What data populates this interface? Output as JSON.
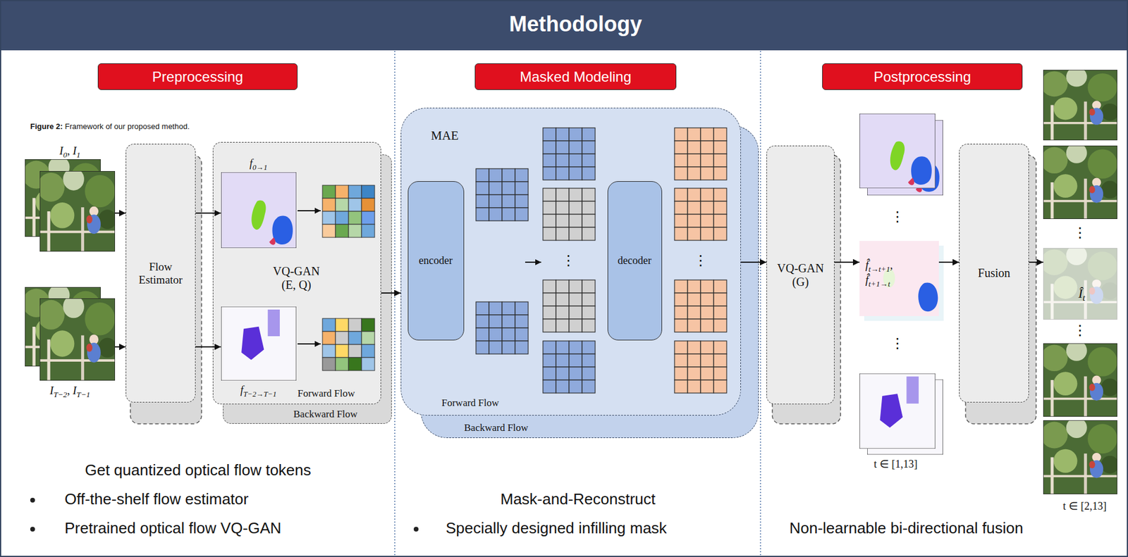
{
  "diagram": {
    "title": "Methodology",
    "caption": "Figure 2: Framework of our proposed method.",
    "nodes": [
      {
        "text": [
          "Preprocessing"
        ]
      },
      {
        "text": [
          "Masked Modeling"
        ]
      },
      {
        "text": [
          "Postprocessing"
        ]
      },
      {
        "text": [
          "I0, I1"
        ]
      },
      {
        "text": [
          "IT−2, IT−1"
        ]
      },
      {
        "text": [
          "Flow Estimator"
        ]
      },
      {
        "text": [
          "Backward Flow"
        ]
      },
      {
        "text": [
          "VQ-GAN (E, Q)",
          "Forward Flow"
        ]
      },
      {
        "text": [
          "f0→1"
        ],
        "in": 7
      },
      {
        "text": [
          "fT−2→T−1"
        ],
        "in": 7
      },
      {
        "text": [
          "Backward Flow"
        ]
      },
      {
        "text": [
          "MAE",
          "Forward Flow"
        ]
      },
      {
        "text": [
          "encoder"
        ],
        "in": 11
      },
      {
        "text": [
          "decoder"
        ],
        "in": 11
      },
      {
        "text": [
          "VQ-GAN (G)"
        ]
      },
      {
        "text": [
          "f̂t→t+1, f̂t+1→t"
        ]
      },
      {
        "text": [
          "Fusion"
        ]
      },
      {
        "text": [
          "Ît"
        ]
      }
    ],
    "edges": [
      {
        "from": 3,
        "to": 5,
        "arrow": "to"
      },
      {
        "from": 4,
        "to": 5,
        "arrow": "to"
      },
      {
        "from": 5,
        "to": 8,
        "arrow": "to"
      },
      {
        "from": 5,
        "to": 9,
        "arrow": "to"
      },
      {
        "from": 7,
        "to": 11,
        "arrow": "to"
      },
      {
        "from": 11,
        "to": 14,
        "arrow": "to"
      },
      {
        "from": 14,
        "to": 15,
        "arrow": "to"
      },
      {
        "from": 15,
        "to": 16,
        "arrow": "to"
      },
      {
        "from": 16,
        "to": 17,
        "arrow": "to"
      }
    ],
    "labels": [
      "⋮",
      "⋮",
      "⋮",
      "⋮",
      "⋮",
      "⋮",
      "t ∈ [1,13]",
      "t ∈ [2,13]",
      "Get quantized optical flow tokens",
      "Off-the-shelf flow estimator",
      "Pretrained optical flow VQ-GAN",
      "Mask-and-Reconstruct",
      "Specially designed infilling mask",
      "Non-learnable bi-directional fusion"
    ]
  }
}
